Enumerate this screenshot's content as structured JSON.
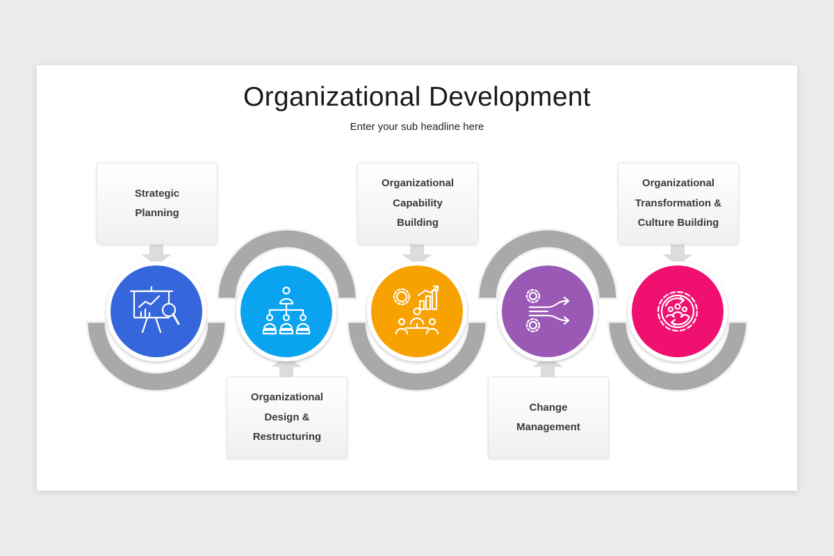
{
  "title": "Organizational Development",
  "subtitle": "Enter your sub headline here",
  "steps": [
    {
      "lines": [
        "Strategic",
        "Planning"
      ],
      "color": "#3566db",
      "icon": "presentation-chart-magnifier-icon"
    },
    {
      "lines": [
        "Organizational",
        "Design &",
        "Restructuring"
      ],
      "color": "#0aa3f0",
      "icon": "org-chart-icon"
    },
    {
      "lines": [
        "Organizational",
        "Capability",
        "Building"
      ],
      "color": "#f7a200",
      "icon": "team-growth-gears-icon"
    },
    {
      "lines": [
        "Change",
        "Management"
      ],
      "color": "#9b59b6",
      "icon": "gears-shuffle-arrows-icon"
    },
    {
      "lines": [
        "Organizational",
        "Transformation &",
        "Culture Building"
      ],
      "color": "#f0106f",
      "icon": "gear-team-cycle-icon"
    }
  ]
}
